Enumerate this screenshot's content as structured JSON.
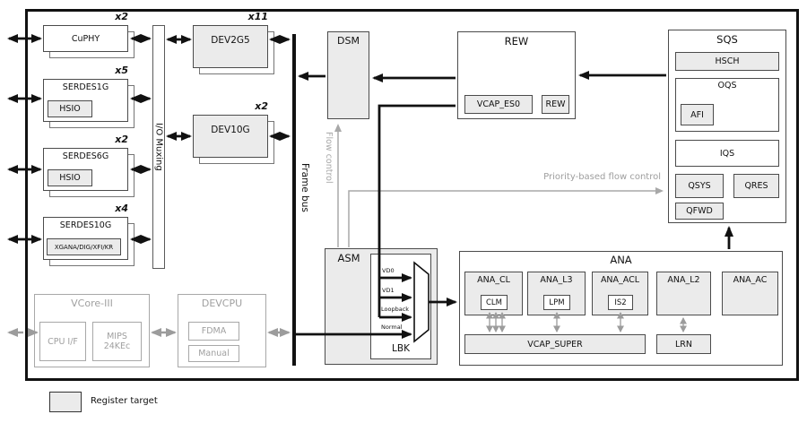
{
  "blocks": {
    "cuphy": "CuPHY",
    "serdes1g": "SERDES1G",
    "serdes6g": "SERDES6G",
    "serdes10g": "SERDES10G",
    "hsio": "HSIO",
    "xgana": "XGANA/DIG/XFI/KR",
    "iomux": "I/O Muxing",
    "dev2g5": "DEV2G5",
    "dev10g": "DEV10G",
    "framebus": "Frame bus",
    "dsm": "DSM",
    "asm": "ASM",
    "lbk": "LBK",
    "rew": "REW",
    "vcap_es0": "VCAP_ES0",
    "rew_inner": "REW",
    "sqs": "SQS",
    "hsch": "HSCH",
    "oqs": "OQS",
    "afi": "AFI",
    "iqs": "IQS",
    "qsys": "QSYS",
    "qres": "QRES",
    "qfwd": "QFWD",
    "ana": "ANA",
    "ana_cl": "ANA_CL",
    "clm": "CLM",
    "ana_l3": "ANA_L3",
    "lpm": "LPM",
    "ana_acl": "ANA_ACL",
    "is2": "IS2",
    "ana_l2": "ANA_L2",
    "ana_ac": "ANA_AC",
    "vcap_super": "VCAP_SUPER",
    "lrn": "LRN",
    "vcore": "VCore-III",
    "cpu_if": "CPU I/F",
    "mips_line1": "MIPS",
    "mips_line2": "24KEc",
    "devcpu": "DEVCPU",
    "fdma": "FDMA",
    "manual": "Manual"
  },
  "multipliers": {
    "cuphy": "x2",
    "serdes1g": "x5",
    "serdes6g": "x2",
    "serdes10g": "x4",
    "dev2g5": "x11",
    "dev10g": "x2"
  },
  "mux_inputs": [
    "VD0",
    "VD1",
    "Loopback",
    "Normal"
  ],
  "annotations": {
    "flow_control": "Flow control",
    "priority_flow": "Priority-based flow control"
  },
  "legend": {
    "label": "Register target"
  },
  "colors": {
    "block_fill": "#ebebeb",
    "border_dark": "#4b4b4b",
    "gray": "#9c9c9c",
    "flow_gray": "#a8a8a8",
    "black": "#111111"
  }
}
